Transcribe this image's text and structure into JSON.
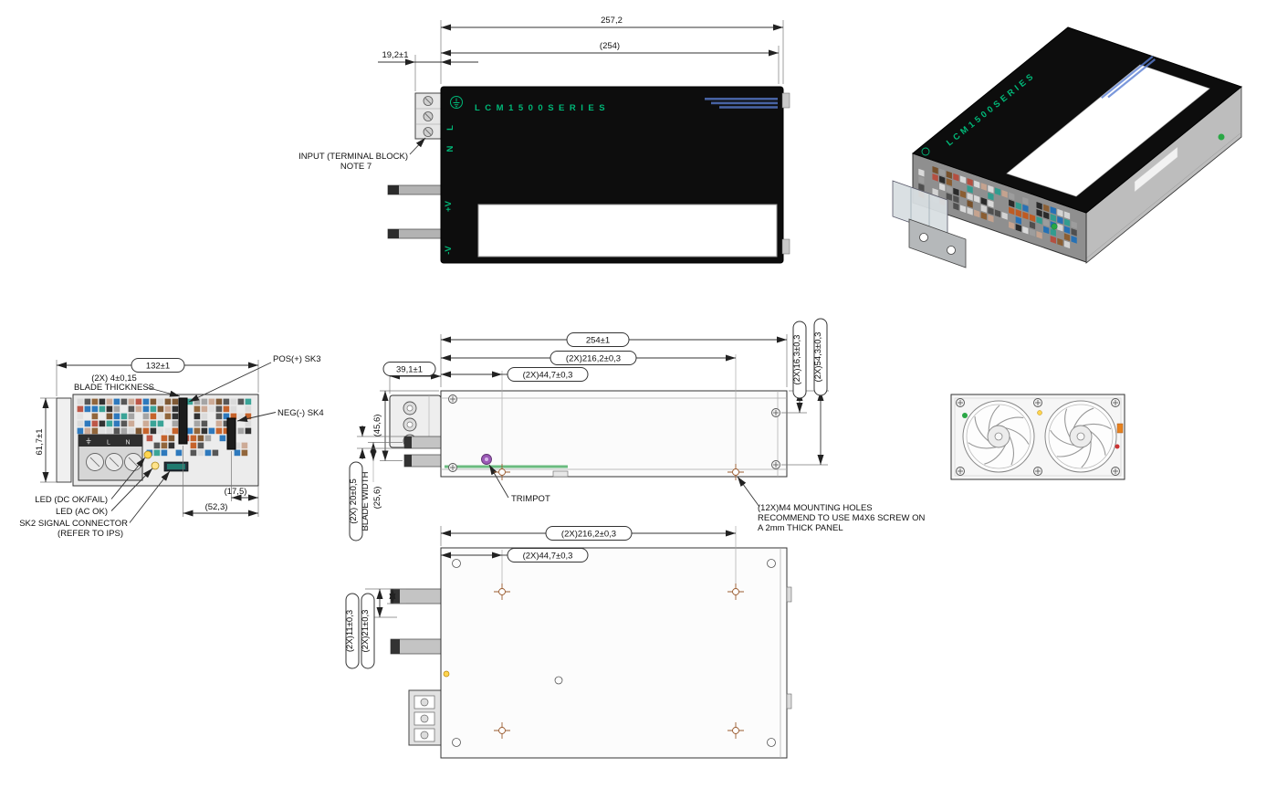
{
  "colors": {
    "line": "#333333",
    "dim_text": "#111111",
    "panel_black": "#0d0d0d",
    "series_green": "#00b878",
    "fine_print_blue": "#5b7fd4",
    "trimpot_purple": "#9b59b6",
    "hole_mark": "#9a5b2f",
    "led_yellow": "#ffd54f",
    "mosaic": [
      "#b84a39",
      "#c2571a",
      "#8a5a2b",
      "#2a9d8f",
      "#1d6fb8",
      "#222222",
      "#9e9e9e",
      "#d9d9d9",
      "#caa58f",
      "#754c24",
      "#e0e0e0",
      "#4a4a4a"
    ]
  },
  "product": {
    "series_label": "LCM1500SERIES"
  },
  "top_view": {
    "dim_overall_width": "257,2",
    "dim_ref_width": "(254)",
    "dim_terminal_offset": "19,2±1",
    "input_note_line1": "INPUT (TERMINAL BLOCK)",
    "input_note_line2": "NOTE 7",
    "label_l": "L",
    "label_n": "N",
    "label_vplus": "+V",
    "label_vminus": "-V"
  },
  "front_view": {
    "dim_width": "132±1",
    "blade_thickness_line1": "(2X) 4±0,15",
    "blade_thickness_line2": "BLADE THICKNESS",
    "label_pos": "POS(+) SK3",
    "label_neg": "NEG(-) SK4",
    "dim_height": "61,7±1",
    "dim_neg_offset": "(17,5)",
    "dim_pos_offset": "(52,3)",
    "label_led_dc": "LED (DC OK/FAIL)",
    "label_led_ac": "LED (AC OK)",
    "label_sk2_line1": "SK2 SIGNAL CONNECTOR",
    "label_sk2_line2": "(REFER TO IPS)",
    "label_l": "L",
    "label_n": "N"
  },
  "side_view": {
    "dim_overall_length": "254±1",
    "dim_holes_pitch": "(2X)216,2±0,3",
    "dim_hole_offset": "(2X)44,7±0,3",
    "dim_bracket": "39,1±1",
    "dim_blade_pos": "(45,6)",
    "dim_blade_pitch": "(25,6)",
    "blade_width_line1": "(2X) 20±0,5",
    "blade_width_line2": "BLADE WIDTH",
    "dim_side_hole_1": "(2X)16,3±0,3",
    "dim_side_hole_2": "(2X)54,3±0,3",
    "label_trimpot": "TRIMPOT",
    "mounting_note_line1": "(12X)M4 MOUNTING HOLES",
    "mounting_note_line2": "RECOMMEND TO USE M4X6 SCREW ON",
    "mounting_note_line3": "A 2mm THICK PANEL"
  },
  "bottom_view": {
    "dim_holes_pitch": "(2X)216,2±0,3",
    "dim_hole_offset": "(2X)44,7±0,3",
    "dim_blade_offset_1": "(2X)11±0,3",
    "dim_blade_offset_2": "(2X)21±0,3"
  }
}
